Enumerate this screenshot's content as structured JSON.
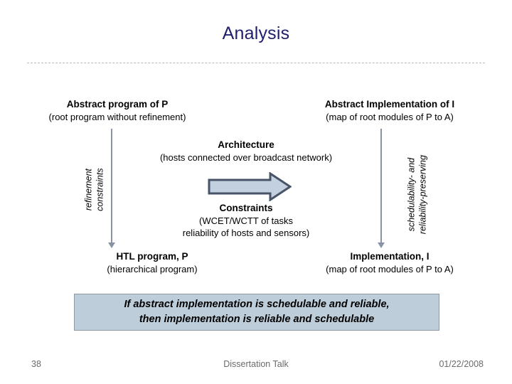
{
  "slide": {
    "title": "Analysis",
    "title_color": "#1f1f6e"
  },
  "diagram": {
    "abstract_program": {
      "heading": "Abstract program of P",
      "subtitle": "(root program without refinement)"
    },
    "abstract_implementation": {
      "heading": "Abstract Implementation of I",
      "subtitle": "(map of root modules of P to A)"
    },
    "architecture": {
      "heading": "Architecture",
      "subtitle": "(hosts connected over broadcast network)"
    },
    "constraints": {
      "heading": "Constraints",
      "subtitle_line1": "(WCET/WCTT of tasks",
      "subtitle_line2": "reliability of hosts and sensors)"
    },
    "htl_program": {
      "heading": "HTL program, P",
      "subtitle": "(hierarchical program)"
    },
    "implementation": {
      "heading": "Implementation, I",
      "subtitle": "(map of root modules of P to A)"
    },
    "left_edge_label": {
      "line1": "refinement",
      "line2": "constraints"
    },
    "right_edge_label": {
      "line1": "schedulability- and",
      "line2": "reliability-preserving"
    },
    "block_arrow": {
      "icon": "right-block-arrow-icon",
      "fill": "#c3d0e0",
      "stroke": "#4a5468"
    },
    "vertical_arrows": {
      "icon": "down-arrow-icon",
      "color": "#8a93a6"
    }
  },
  "conclusion": {
    "line1": "If abstract implementation is schedulable and reliable,",
    "line2": "then implementation is reliable and schedulable",
    "background": "#bdcdda",
    "border": "#8d9aa5"
  },
  "footer": {
    "page_number": "38",
    "center_text": "Dissertation Talk",
    "date": "01/22/2008"
  }
}
